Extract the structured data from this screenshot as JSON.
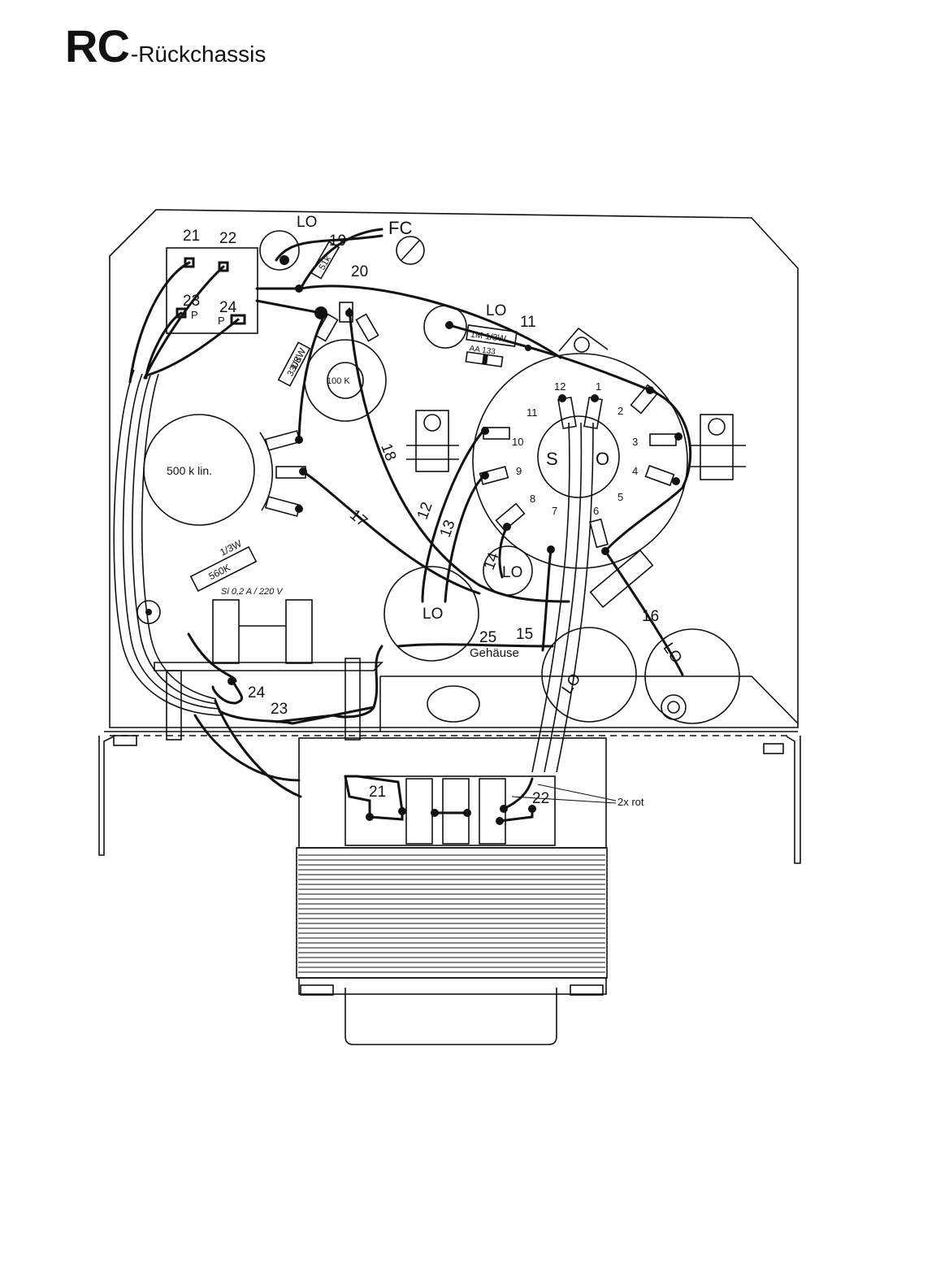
{
  "title": {
    "bold": "RC",
    "rest": "-Rückchassis"
  },
  "labels": {
    "lo": "LO",
    "fc": "FC",
    "t21": "21",
    "t22": "22",
    "t23": "23",
    "t24": "24",
    "p": "P",
    "r51k": "51k",
    "t19": "19",
    "t20": "20",
    "w13": "1/3W",
    "r330k": "330K",
    "pot100k": "100 K",
    "lo11": "LO",
    "t11": "11",
    "r1m": "1M  1/3W",
    "diode": "AA 133",
    "pot500k": "500 k lin.",
    "w13b": "1/3W",
    "r560k": "560K",
    "fuse": "Si  0,2 A / 220 V",
    "t18": "18",
    "t17": "17",
    "t12": "12",
    "t13": "13",
    "t14": "14",
    "lo14": "LO",
    "lo_bottom": "LO",
    "t25": "25",
    "gehause": "Gehäuse",
    "t15": "15",
    "t16": "16",
    "lo16": "LO",
    "lo15": "LO",
    "s": "S",
    "o": "O",
    "b24": "24",
    "b23": "23",
    "b21": "21",
    "b22": "22",
    "rot": "2x rot",
    "switch_pins": [
      "1",
      "2",
      "3",
      "4",
      "5",
      "6",
      "7",
      "8",
      "9",
      "10",
      "11",
      "12"
    ]
  }
}
